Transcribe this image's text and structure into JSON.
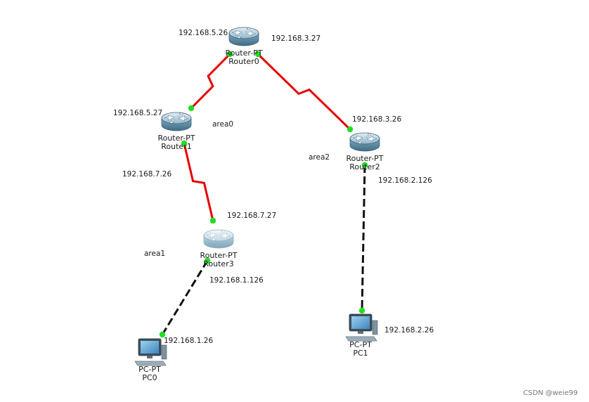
{
  "devices": [
    {
      "id": "router0",
      "kind": "router",
      "type_label": "Router-PT",
      "name": "Router0"
    },
    {
      "id": "router1",
      "kind": "router",
      "type_label": "Router-PT",
      "name": "Router1"
    },
    {
      "id": "router2",
      "kind": "router",
      "type_label": "Router-PT",
      "name": "Router2"
    },
    {
      "id": "router3",
      "kind": "router",
      "type_label": "Router-PT",
      "name": "Router3"
    },
    {
      "id": "pc0",
      "kind": "pc",
      "type_label": "PC-PT",
      "name": "PC0"
    },
    {
      "id": "pc1",
      "kind": "pc",
      "type_label": "PC-PT",
      "name": "PC1"
    }
  ],
  "links": [
    {
      "id": "r0-r1",
      "from": "router0",
      "to": "router1",
      "cable": "serial"
    },
    {
      "id": "r0-r2",
      "from": "router0",
      "to": "router2",
      "cable": "serial"
    },
    {
      "id": "r1-r3",
      "from": "router1",
      "to": "router3",
      "cable": "serial"
    },
    {
      "id": "r2-pc1",
      "from": "router2",
      "to": "pc1",
      "cable": "ethernet"
    },
    {
      "id": "r3-pc0",
      "from": "router3",
      "to": "pc0",
      "cable": "ethernet"
    }
  ],
  "ip_labels": [
    {
      "id": "r0-a",
      "text": "192.168.5.26"
    },
    {
      "id": "r0-b",
      "text": "192.168.3.27"
    },
    {
      "id": "r1-a",
      "text": "192.168.5.27"
    },
    {
      "id": "r1-b",
      "text": "192.168.7.26"
    },
    {
      "id": "r3-a",
      "text": "192.168.7.27"
    },
    {
      "id": "r3-b",
      "text": "192.168.1.126"
    },
    {
      "id": "pc0-a",
      "text": "192.168.1.26"
    },
    {
      "id": "r2-a",
      "text": "192.168.3.26"
    },
    {
      "id": "r2-b",
      "text": "192.168.2.126"
    },
    {
      "id": "pc1-a",
      "text": "192.168.2.26"
    }
  ],
  "area_labels": [
    {
      "id": "area0",
      "text": "area0"
    },
    {
      "id": "area1",
      "text": "area1"
    },
    {
      "id": "area2",
      "text": "area2"
    }
  ],
  "watermark": "CSDN @weie99",
  "colors": {
    "serial_link": "#e60000",
    "ethernet_link": "#111111",
    "port_status": "#22dd22",
    "router_body": "#6f9fb8",
    "pc_screen": "#5fa8d8"
  }
}
